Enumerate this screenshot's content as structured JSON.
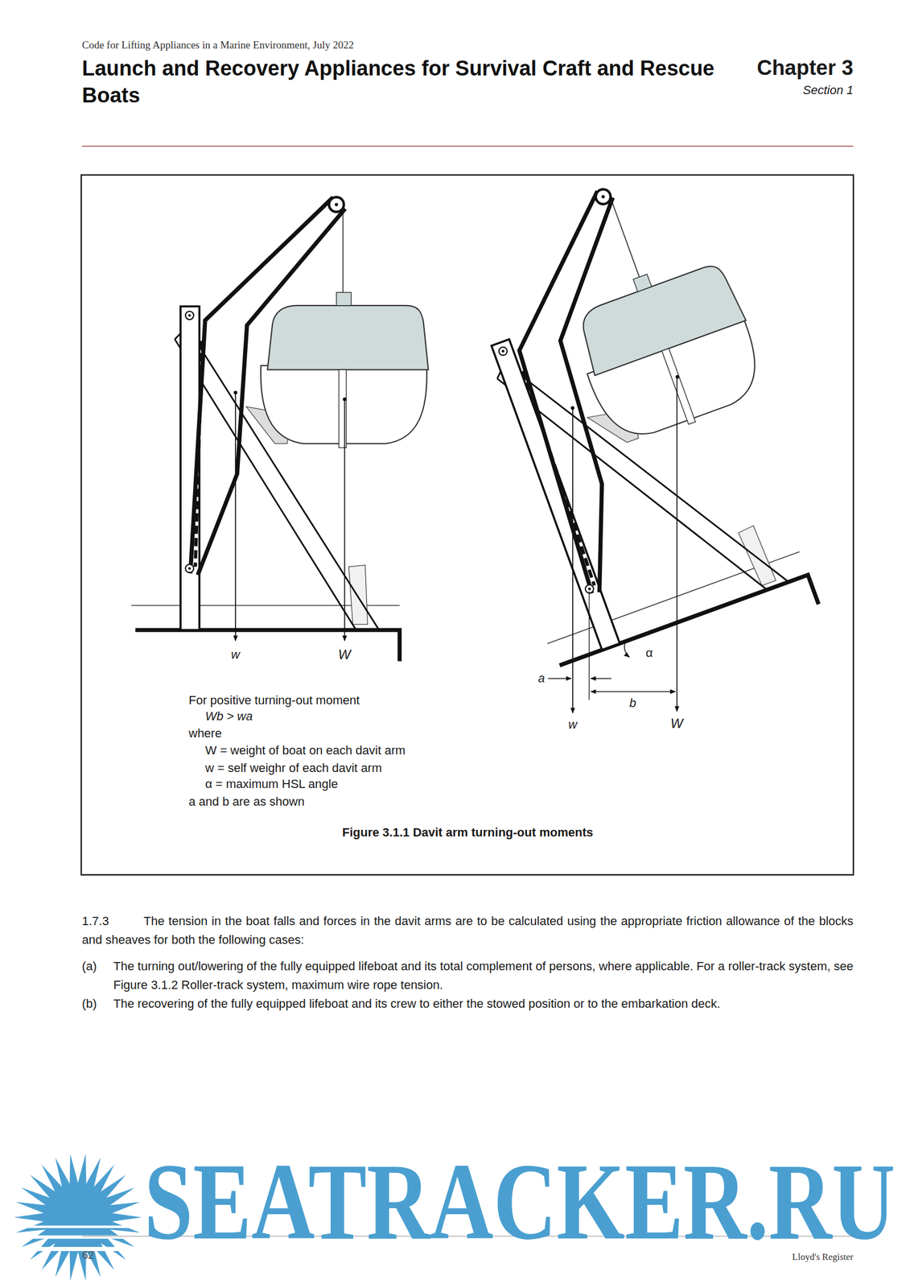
{
  "diagram": {
    "title": "Launch and Recovery Appliances for Survival Craft and Rescue Boats",
    "caption": "Figure 3.1.1 Davit arm turning-out moments",
    "labels": [
      "Code for Lifting Appliances in a Marine Environment, July 2022",
      "Chapter 3",
      "Section 1",
      "w",
      "W",
      "a",
      "α",
      "b",
      "w",
      "W",
      "For positive turning-out moment",
      "Wb > wa",
      "where",
      "W = weight of boat on each davit arm",
      "w = self weighr of each davit arm",
      "α = maximum HSL angle",
      "a and b are as shown",
      "1.7.3",
      "The tension in the boat falls and forces in the davit arms are to be calculated using the appropriate friction allowance of the blocks and sheaves for both the following cases:",
      "(a)",
      "The turning out/lowering of the fully equipped lifeboat and its total complement of persons, where applicable. For a roller-track system, see Figure 3.1.2 Roller-track system, maximum wire rope tension.",
      "(b)",
      "The recovering of the fully equipped lifeboat and its crew to either the stowed position or to the embarkation deck.",
      "62",
      "Lloyd's Register",
      "SEATRACKER.RU"
    ]
  }
}
